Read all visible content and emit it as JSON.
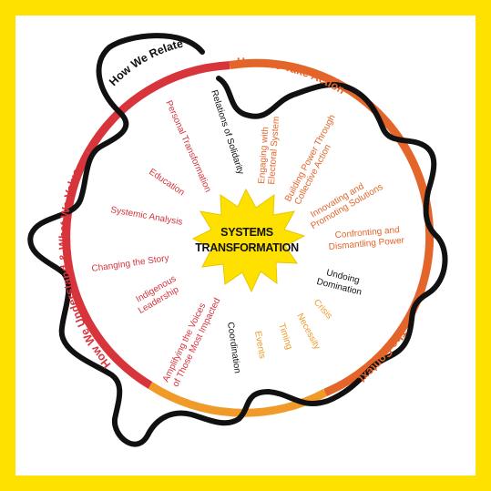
{
  "colors": {
    "frame": "#FFE100",
    "panel": "#FFFFFF",
    "black": "#111111",
    "red": "#D8343C",
    "orange": "#E4652A",
    "amber": "#F09A2A",
    "star": "#FFE100"
  },
  "center": {
    "line1": "SYSTEMS",
    "line2": "TRANSFORMATION"
  },
  "domains": {
    "how_we_relate": "How We Relate",
    "how_we_take_action": "How We Take Action",
    "the_context": "The Context",
    "how_we_understand": "How We Understand & What We Value"
  },
  "spokes": {
    "relations_of_solidarity": "Relations of Solidarity",
    "engaging_with": "Engaging with",
    "electoral_system": "Electoral System",
    "building_power_1": "Building Power Through",
    "building_power_2": "Collective Action",
    "innovating_1": "Innovating and",
    "innovating_2": "Promoting Solutions",
    "confronting_1": "Confronting and",
    "confronting_2": "Dismantling Power",
    "undoing_1": "Undoing",
    "undoing_2": "Domination",
    "crisis": "Crisis",
    "necessity": "Necessity",
    "timing": "Timing",
    "events": "Events",
    "coordination": "Coordination",
    "amplifying_1": "Amplifying the Voices",
    "amplifying_2": "of Those Most Impacted",
    "indigenous_1": "Indigenous",
    "indigenous_2": "Leadership",
    "changing_the_story": "Changing the Story",
    "systemic_analysis": "Systemic Analysis",
    "education": "Education",
    "personal_transformation": "Personal Transformation"
  }
}
